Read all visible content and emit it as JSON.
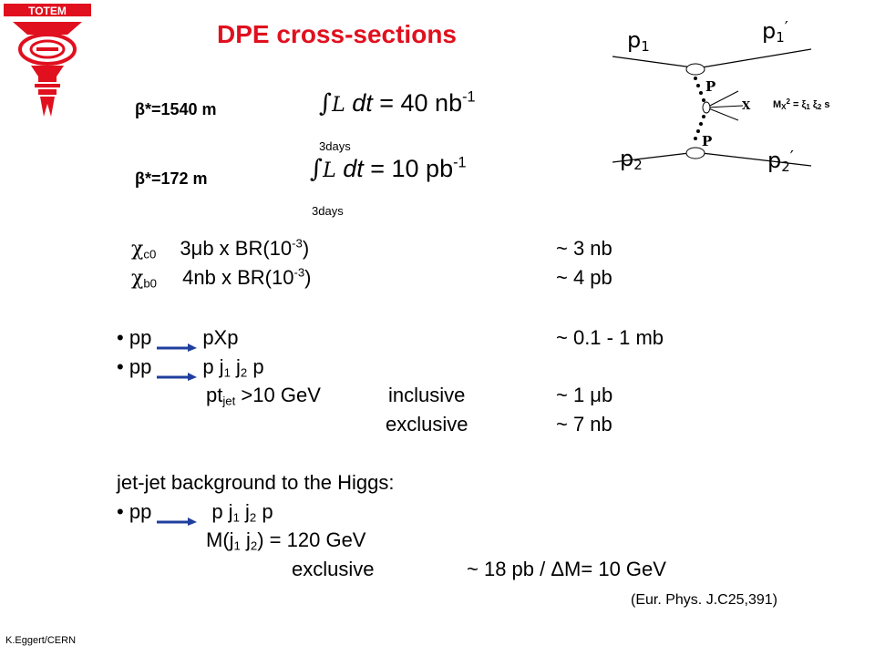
{
  "logo": {
    "label": "TOTEM"
  },
  "title": "DPE cross-sections",
  "beta1": {
    "label": "β*=1540 m"
  },
  "lumi1": {
    "int_symbol": "∫",
    "lum_symbol": "L",
    "dt": "dt",
    "equals": "= 40 nb",
    "exp": "-1",
    "period": "3days"
  },
  "beta2": {
    "label": "β*=172 m"
  },
  "lumi2": {
    "int_symbol": "∫",
    "lum_symbol": "L",
    "dt": "dt",
    "equals": "= 10 pb",
    "exp": "-1",
    "period": "3days"
  },
  "diagram": {
    "p1": "p",
    "p1_sub": "1",
    "p1p": "p",
    "p1p_sub": "1",
    "p1p_prime": "′",
    "p2": "p",
    "p2_sub": "2",
    "p2p": "p",
    "p2p_sub": "2",
    "p2p_prime": "′",
    "pomeron_top": "P",
    "pomeron_bottom": "P",
    "x_label": "X",
    "mass_formula": {
      "m": "M",
      "msub": "X",
      "msup": "2",
      "eq": " = ξ",
      "s1": "1",
      "xi2": " ξ",
      "s2": "2",
      "s": " s"
    }
  },
  "chi_rows": [
    {
      "bullet": "",
      "chi": "χ",
      "chi_sub": "c0",
      "expr_a": "3μb x BR(10",
      "exp": "-3",
      "expr_b": ")",
      "result": "~ 3 nb"
    },
    {
      "bullet": "",
      "chi": "χ",
      "chi_sub": "b0",
      "expr_a": "4nb x BR(10",
      "exp": "-3",
      "expr_b": ")",
      "result": "~ 4 pb"
    }
  ],
  "processes": {
    "r1": {
      "bullet": "•",
      "lhs": "pp",
      "rhs": "pXp",
      "result": "~ 0.1 - 1 mb"
    },
    "r2": {
      "bullet": "•",
      "lhs": "pp",
      "rhs_a": "p j",
      "s1": "1",
      "rhs_b": " j",
      "s2": "2",
      "rhs_c": " p"
    },
    "r3": {
      "pt": "pt",
      "pt_sub": "jet",
      "cut": " >10 GeV",
      "type": "inclusive",
      "result": "~ 1 μb"
    },
    "r4": {
      "type": "exclusive",
      "result": "~ 7 nb"
    }
  },
  "higgs": {
    "heading": "jet-jet background to the Higgs:",
    "row": {
      "bullet": "•",
      "lhs": "pp",
      "rhs_a": "p j",
      "s1": "1",
      "rhs_b": " j",
      "s2": "2",
      "rhs_c": " p"
    },
    "mass": {
      "a": "M(j",
      "s1": "1",
      "b": " j",
      "s2": "2",
      "c": ") = 120 GeV"
    },
    "excl": {
      "type": "exclusive",
      "result": "~ 18 pb / ΔM= 10 GeV"
    }
  },
  "reference": "(Eur. Phys. J.C25,391)",
  "footer": "K.Eggert/CERN",
  "colors": {
    "title": "#e0101e",
    "arrow": "#1f3f9e",
    "logo": "#e0101e"
  },
  "icons": {
    "arrow": "right-arrow-icon",
    "logo": "totem-logo-icon"
  }
}
